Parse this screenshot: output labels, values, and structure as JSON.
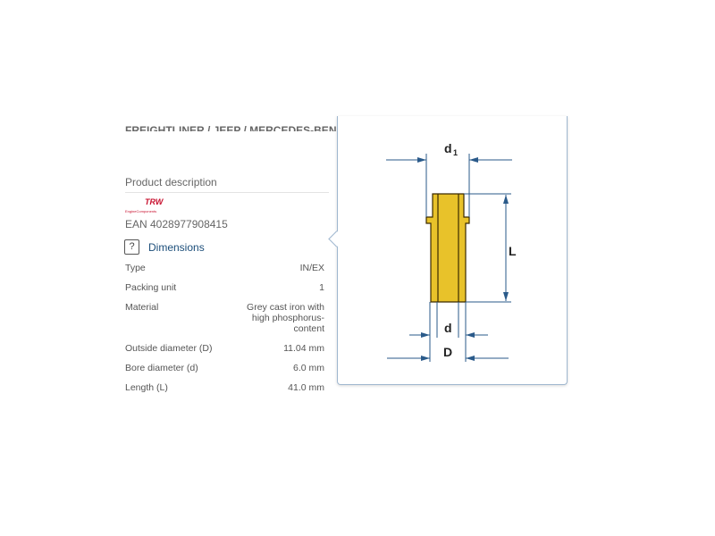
{
  "header_text": "FREIGHTLINER / JEEP / MERCEDES-BENZ",
  "product_description": {
    "title": "Product description",
    "brand_logo": "TRW Engine Components",
    "ean": "EAN 4028977908415"
  },
  "dimensions": {
    "label": "Dimensions",
    "icon": "question-icon",
    "rows": [
      {
        "key": "Type",
        "value": "IN/EX"
      },
      {
        "key": "Packing unit",
        "value": "1"
      },
      {
        "key": "Material",
        "value": "Grey cast iron with high phosphorus-content"
      },
      {
        "key": "Outside diameter (D)",
        "value": "11.04 mm"
      },
      {
        "key": "Bore diameter (d)",
        "value": "6.0 mm"
      },
      {
        "key": "Length (L)",
        "value": "41.0 mm"
      }
    ]
  },
  "diagram": {
    "labels": {
      "d1": "d",
      "d1_sub": "1",
      "L": "L",
      "d": "d",
      "D": "D"
    },
    "colors": {
      "part": "#e8c22a",
      "dimension_lines": "#2a5a8a"
    }
  }
}
